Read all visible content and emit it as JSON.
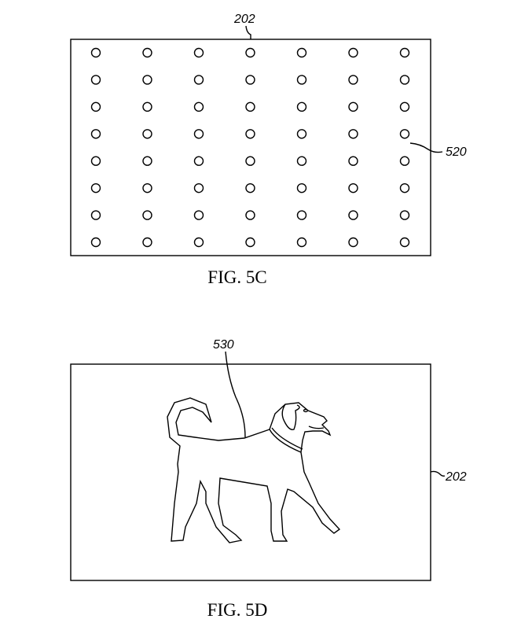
{
  "fig5c": {
    "caption": "FIG. 5C",
    "screen_ref": "202",
    "dots_ref": "520",
    "dot_grid": {
      "columns": 7,
      "rows": 8
    }
  },
  "fig5d": {
    "caption": "FIG. 5D",
    "object_ref": "530",
    "screen_ref": "202"
  }
}
